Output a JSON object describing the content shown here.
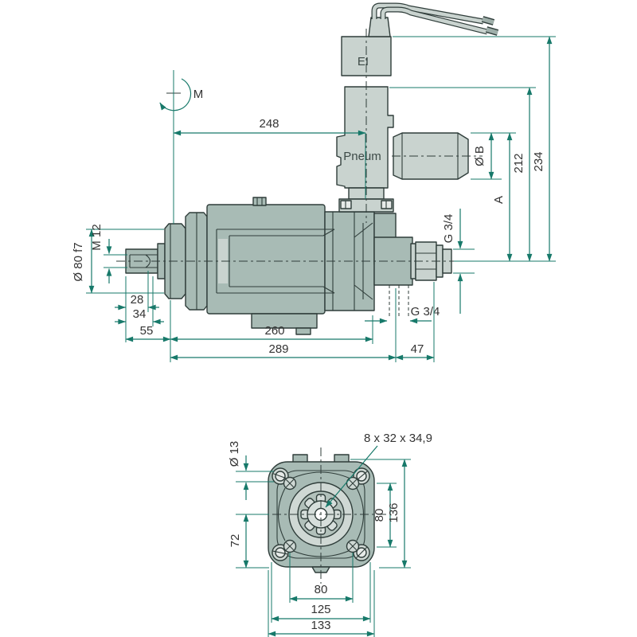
{
  "side_view": {
    "rotation_label": "M",
    "connector_label": "EI",
    "valve_label": "Pneum",
    "dims": {
      "width_top": "248",
      "port_dia": "Ø B",
      "height_a": "A",
      "height_mid": "212",
      "height_total": "234",
      "outlet_thread": "G 3/4",
      "drain_thread": "G 3/4",
      "shaft_thread": "M 12",
      "shaft_dia": "Ø 80 f7",
      "key_len": "28",
      "thread_len": "34",
      "shaft_len": "55",
      "body_len": "260",
      "total_len": "289",
      "fitting_len": "47"
    }
  },
  "flange_view": {
    "spline_label": "8 x 32 x 34,9",
    "dims": {
      "bolt_hole_dia": "Ø 13",
      "lower_height": "72",
      "hole_spacing_v": "80",
      "flange_height": "136",
      "hole_spacing_h": "80",
      "bolt_spacing_h": "125",
      "flange_width": "133"
    }
  },
  "colors": {
    "background": "#ffffff",
    "outline": "#2f3d3a",
    "body_fill": "#a8bbb5",
    "light_fill": "#c9d3cf",
    "boss_fill": "#cfd8d4",
    "hub_fill": "#d6dedb",
    "dimension": "#17796a",
    "text": "#333333"
  }
}
